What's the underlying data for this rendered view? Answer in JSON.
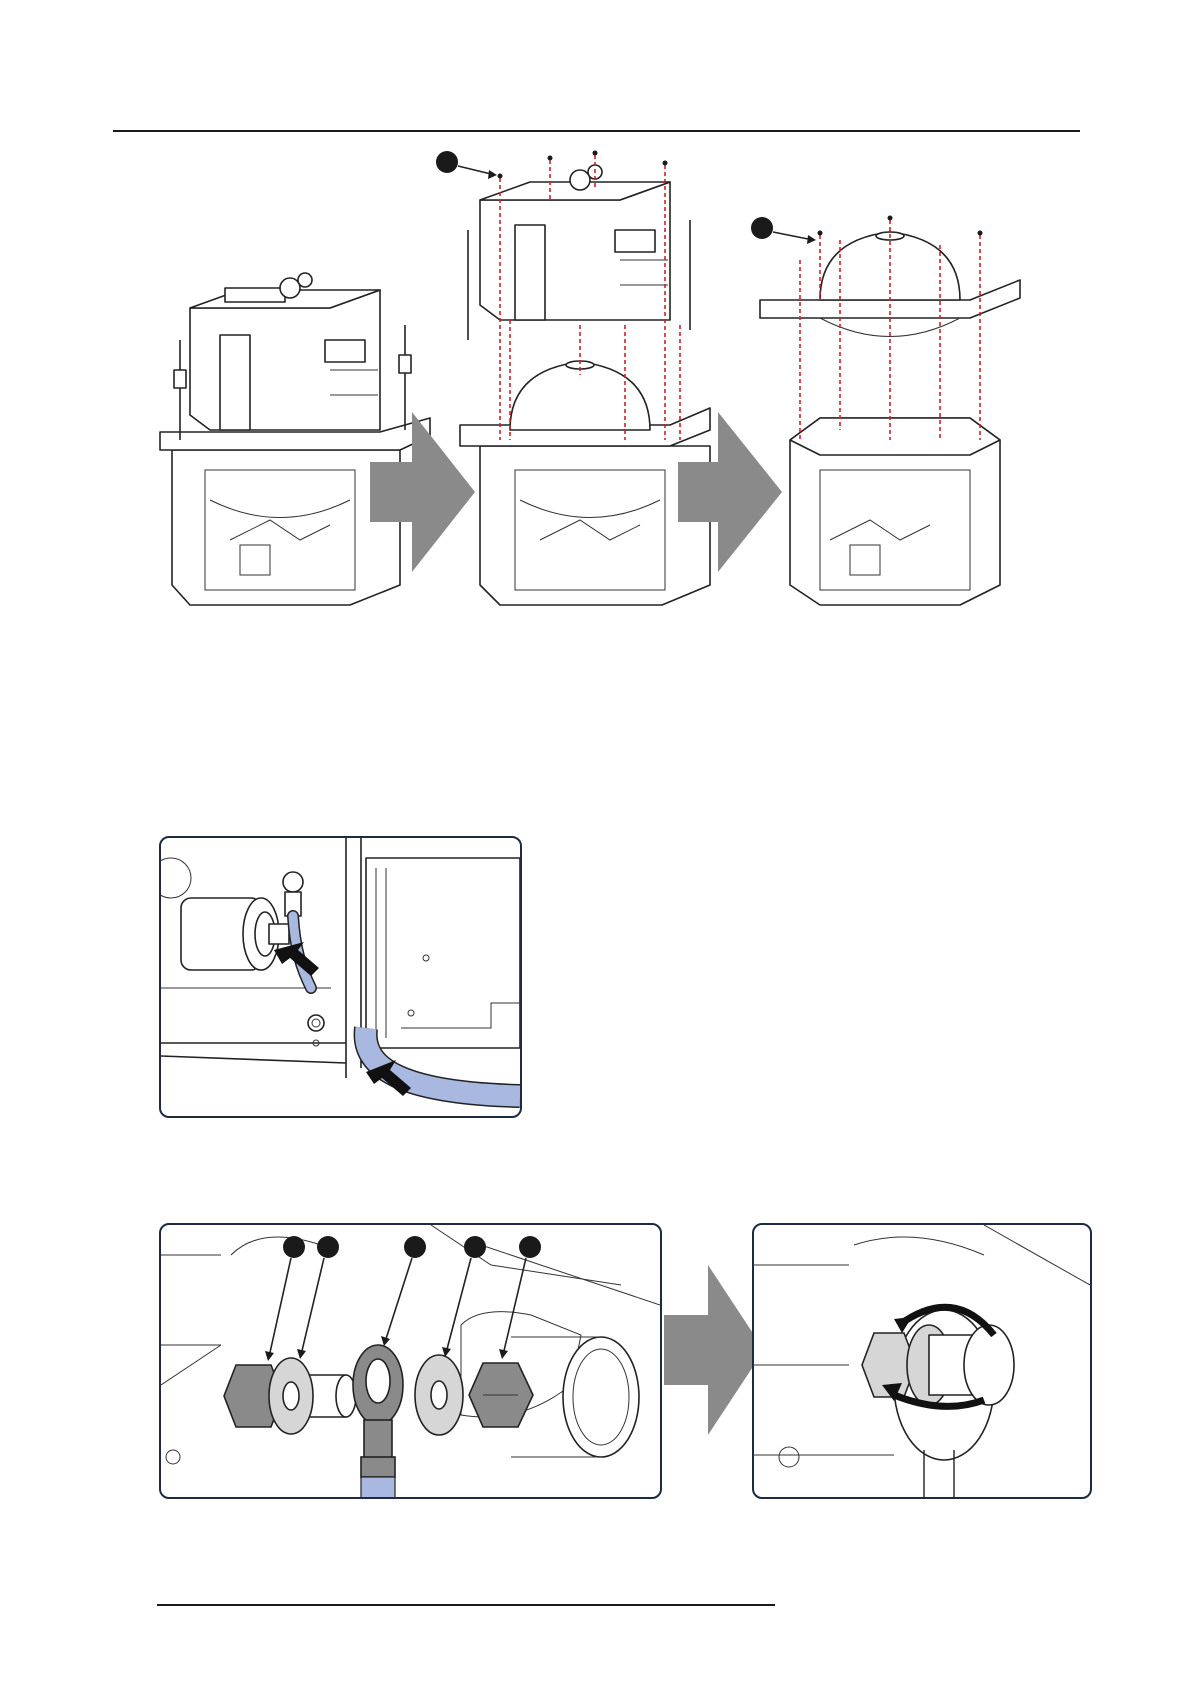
{
  "figures": [
    {
      "id": "lamp-house-disassembly-sequence",
      "callouts": 2
    },
    {
      "id": "ground-wire-routing",
      "callouts": 0
    },
    {
      "id": "ground-terminal-hardware",
      "callouts": 5
    }
  ],
  "colors": {
    "rule": "#1a1a1a",
    "frame_border": "#1e2a44",
    "step_arrow": "#8a8a8a",
    "cable": "#a9b8e0",
    "dashed_guide": "#d0202a"
  }
}
